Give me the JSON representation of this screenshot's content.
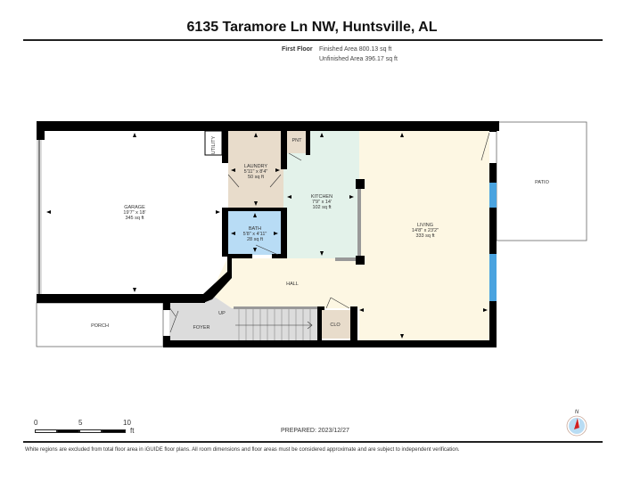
{
  "header": {
    "title": "6135 Taramore Ln NW, Huntsville, AL",
    "floor": "First Floor",
    "finished_area": "Finished Area 800.13 sq ft",
    "unfinished_area": "Unfinished Area 396.17 sq ft"
  },
  "rooms": {
    "garage": {
      "name": "GARAGE",
      "dims": "19'7\" x 18'",
      "area": "345 sq ft"
    },
    "utility": {
      "name": "UTILITY"
    },
    "laundry": {
      "name": "LAUNDRY",
      "dims": "5'11\" x 8'4\"",
      "area": "50 sq ft"
    },
    "pantry": {
      "name": "PNT"
    },
    "kitchen": {
      "name": "KITCHEN",
      "dims": "7'9\" x 14'",
      "area": "102 sq ft"
    },
    "bath": {
      "name": "BATH",
      "dims": "5'8\" x 4'11\"",
      "area": "28 sq ft"
    },
    "living": {
      "name": "LIVING",
      "dims": "14'8\" x 23'2\"",
      "area": "333 sq ft"
    },
    "patio": {
      "name": "PATIO"
    },
    "hall": {
      "name": "HALL"
    },
    "porch": {
      "name": "PORCH"
    },
    "foyer": {
      "name": "FOYER"
    },
    "stairs": {
      "name": "UP"
    },
    "closet": {
      "name": "CLO"
    }
  },
  "colors": {
    "wall": "#000000",
    "laundry": "#e8dccb",
    "kitchen": "#e3f2ea",
    "bath": "#b8dcf5",
    "living": "#fdf7e3",
    "foyer": "#dcdcdc",
    "closet": "#e8dccb",
    "window": "#4aa3df"
  },
  "scale": {
    "ticks": [
      "0",
      "5",
      "10"
    ],
    "unit": "ft"
  },
  "prepared": "PREPARED: 2023/12/27",
  "compass": {
    "label": "N"
  },
  "disclaimer": "White regions are excluded from total floor area in iGUIDE floor plans. All room dimensions and floor areas must be considered approximate and are subject to independent verification."
}
